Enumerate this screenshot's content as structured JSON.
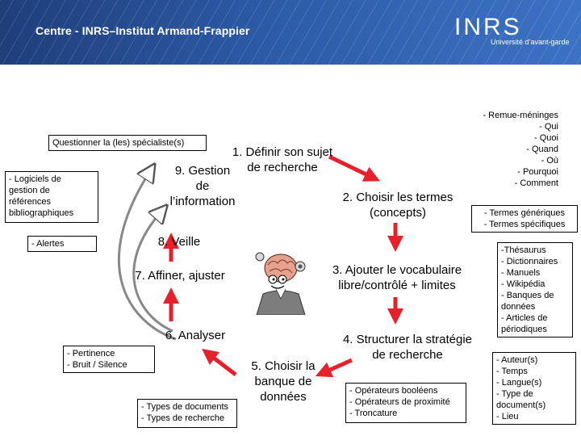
{
  "header": {
    "title": "Centre - INRS–Institut Armand-Frappier",
    "logo": "INRS",
    "logo_sub": "Université d’avant-garde"
  },
  "boxes": {
    "specialist": "Questionner la (les) spécialiste(s)",
    "software": "-  Logiciels de\ngestion de\nréférences\nbibliographiques",
    "alerts": "- Alertes",
    "relevance": "- Pertinence\n- Bruit / Silence",
    "doc_types": "- Types de documents\n- Types de recherche",
    "operators": "- Opérateurs booléens\n- Opérateurs de proximité\n- Troncature",
    "brainstorm": "- Remue-méninges\n- Qui\n- Quoi\n- Quand\n- Où\n- Pourquoi\n- Comment",
    "terms": "- Termes génériques\n- Termes spécifiques",
    "thesaurus": "-Thésaurus\n- Dictionnaires\n- Manuels\n- Wikipédia\n- Banques de données\n- Articles de périodiques",
    "author": "- Auteur(s)\n- Temps\n- Langue(s)\n- Type de document(s)\n- Lieu"
  },
  "steps": {
    "s1": "1. Définir son sujet\nde recherche",
    "s2": "2. Choisir les termes\n(concepts)",
    "s3": "3. Ajouter le vocabulaire\nlibre/contrôlé + limites",
    "s4": "4. Structurer la stratégie\nde recherche",
    "s5": "5. Choisir la\nbanque de\ndonnées",
    "s6": "6. Analyser",
    "s7": "7. Affiner, ajuster",
    "s8": "8. Veille",
    "s9": "9. Gestion\nde\nl’information"
  },
  "colors": {
    "arrow": "#e8202a",
    "header_dark": "#1f3e7a",
    "header_light": "#3c72c4"
  }
}
